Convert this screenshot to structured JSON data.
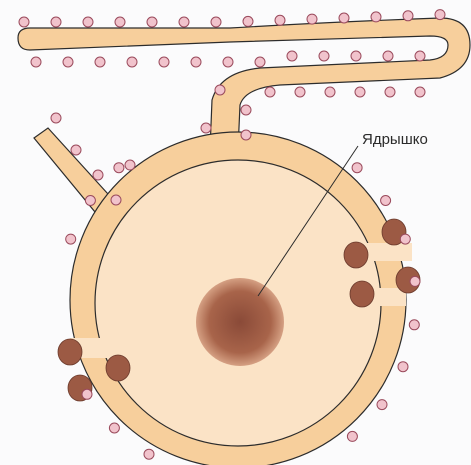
{
  "labels": {
    "nucleolus": "Ядрышко"
  },
  "colors": {
    "membrane_fill": "#f7cf9c",
    "membrane_stroke": "#2c2c2c",
    "nucleoplasm": "#fbe3c6",
    "nucleolus_center": "#8a4a38",
    "nucleolus_edge": "#c88a6b",
    "pore_complex": "#9c5a44",
    "ribosome_fill": "#f1c3cc",
    "ribosome_stroke": "#9a4a5c"
  },
  "icons": {
    "ribosome": "ribosome-dot",
    "pore": "nuclear-pore-blob"
  }
}
